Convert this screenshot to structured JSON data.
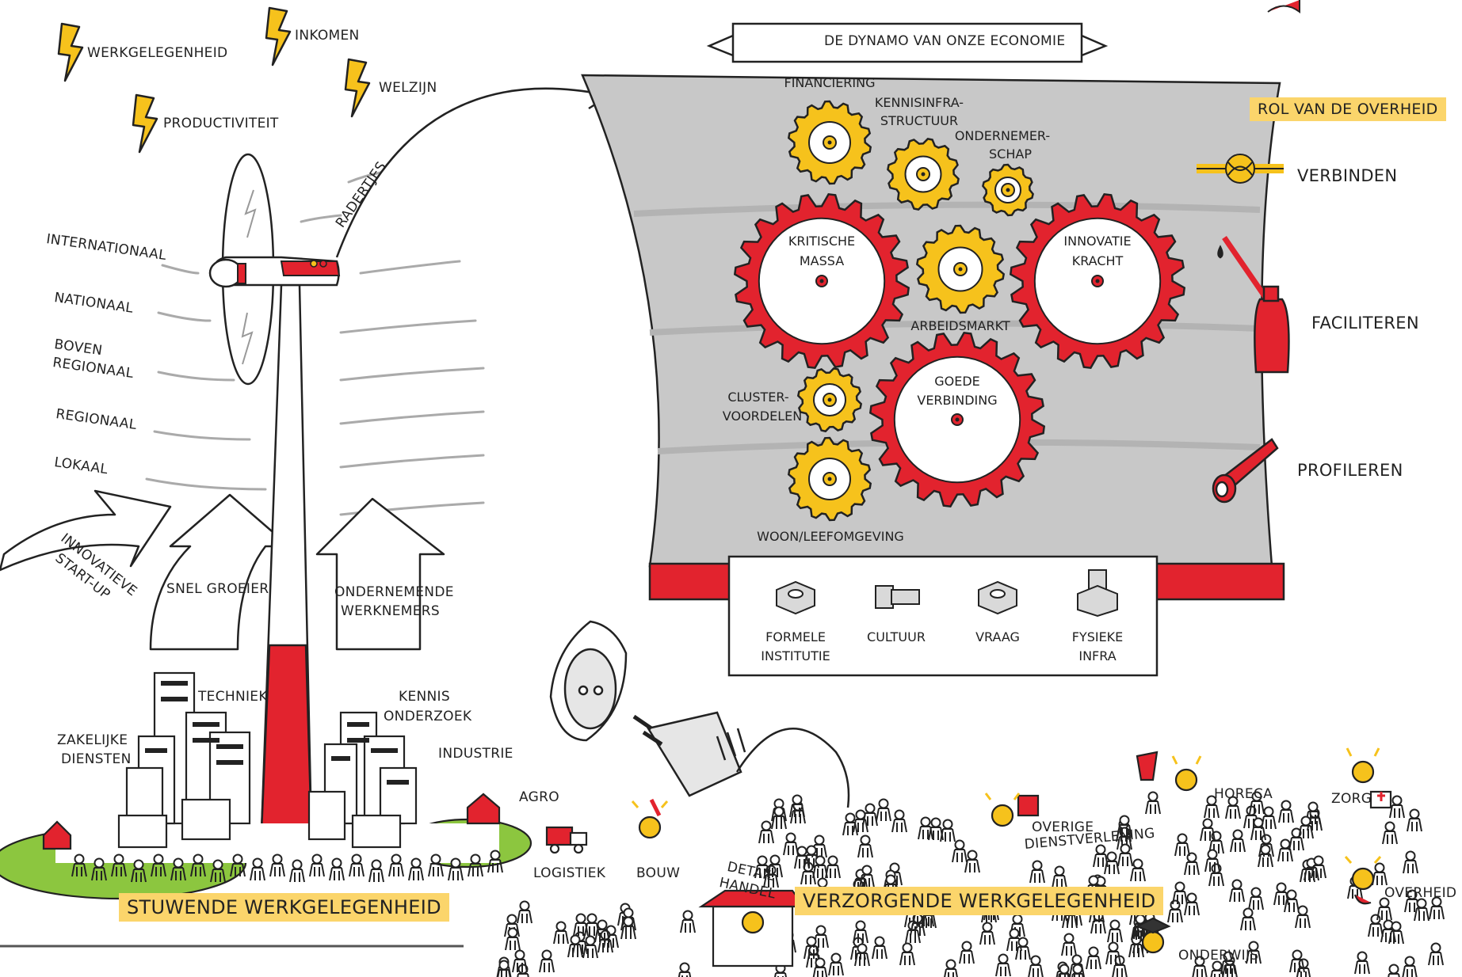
{
  "banner_title": "DE DYNAMO VAN ONZE ECONOMIE",
  "outcomes": {
    "werkgelegenheid": "WERKGELEGENHEID",
    "inkomen": "INKOMEN",
    "welzijn": "WELZIJN",
    "productiviteit": "PRODUCTIVITEIT"
  },
  "scales": {
    "internationaal": "INTERNATIONAAL",
    "nationaal": "NATIONAAL",
    "boven_regionaal_1": "BOVEN",
    "boven_regionaal_2": "REGIONAAL",
    "regionaal": "REGIONAAL",
    "lokaal": "LOKAAL"
  },
  "turbine_label": "RADERTJES",
  "wind_arrows": {
    "startup_1": "INNOVATIEVE",
    "startup_2": "START-UP",
    "snel_groeier": "SNEL GROEIER",
    "werknemers_1": "ONDERNEMENDE",
    "werknemers_2": "WERKNEMERS"
  },
  "city": {
    "techniek": "TECHNIEK",
    "zakelijke_1": "ZAKELIJKE",
    "zakelijke_2": "DIENSTEN",
    "kennis_1": "KENNIS",
    "kennis_2": "ONDERZOEK",
    "industrie": "INDUSTRIE",
    "agro": "AGRO"
  },
  "stuwende": "STUWENDE WERKGELEGENHEID",
  "gears": {
    "financiering": "FINANCIERING",
    "kennisinfra_1": "KENNISINFRA-",
    "kennisinfra_2": "STRUCTUUR",
    "ondernemerschap_1": "ONDERNEMER-",
    "ondernemerschap_2": "SCHAP",
    "kritische_1": "KRITISCHE",
    "kritische_2": "MASSA",
    "arbeidsmarkt": "ARBEIDSMARKT",
    "innovatie_1": "INNOVATIE",
    "innovatie_2": "KRACHT",
    "cluster_1": "CLUSTER-",
    "cluster_2": "VOORDELEN",
    "goede_1": "GOEDE",
    "goede_2": "VERBINDING",
    "woon": "WOON/LEEFOMGEVING"
  },
  "base_items": [
    {
      "l1": "FORMELE",
      "l2": "INSTITUTIE",
      "icon": "nut-icon"
    },
    {
      "l1": "CULTUUR",
      "l2": "",
      "icon": "bolt-icon"
    },
    {
      "l1": "VRAAG",
      "l2": "",
      "icon": "nut-icon"
    },
    {
      "l1": "FYSIEKE",
      "l2": "INFRA",
      "icon": "screw-icon"
    }
  ],
  "role": {
    "title": "ROL VAN DE OVERHEID",
    "verbinden": "VERBINDEN",
    "faciliteren": "FACILITEREN",
    "profileren": "PROFILEREN"
  },
  "sectors": {
    "logistiek": "LOGISTIEK",
    "bouw": "BOUW",
    "detail_1": "DETAIL",
    "detail_2": "HANDEL",
    "overige_1": "OVERIGE",
    "overige_2": "DIENSTVERLENING",
    "horeca": "HORECA",
    "zorg": "ZORG",
    "overheid": "OVERHEID",
    "onderwijs": "ONDERWIJS"
  },
  "verzorgende": "VERZORGENDE WERKGELEGENHEID",
  "colors": {
    "red": "#e2232e",
    "yellow": "#f6c21c",
    "highlight": "#fbd56b",
    "panel": "#c8c8c8",
    "green": "#8cc63f"
  }
}
